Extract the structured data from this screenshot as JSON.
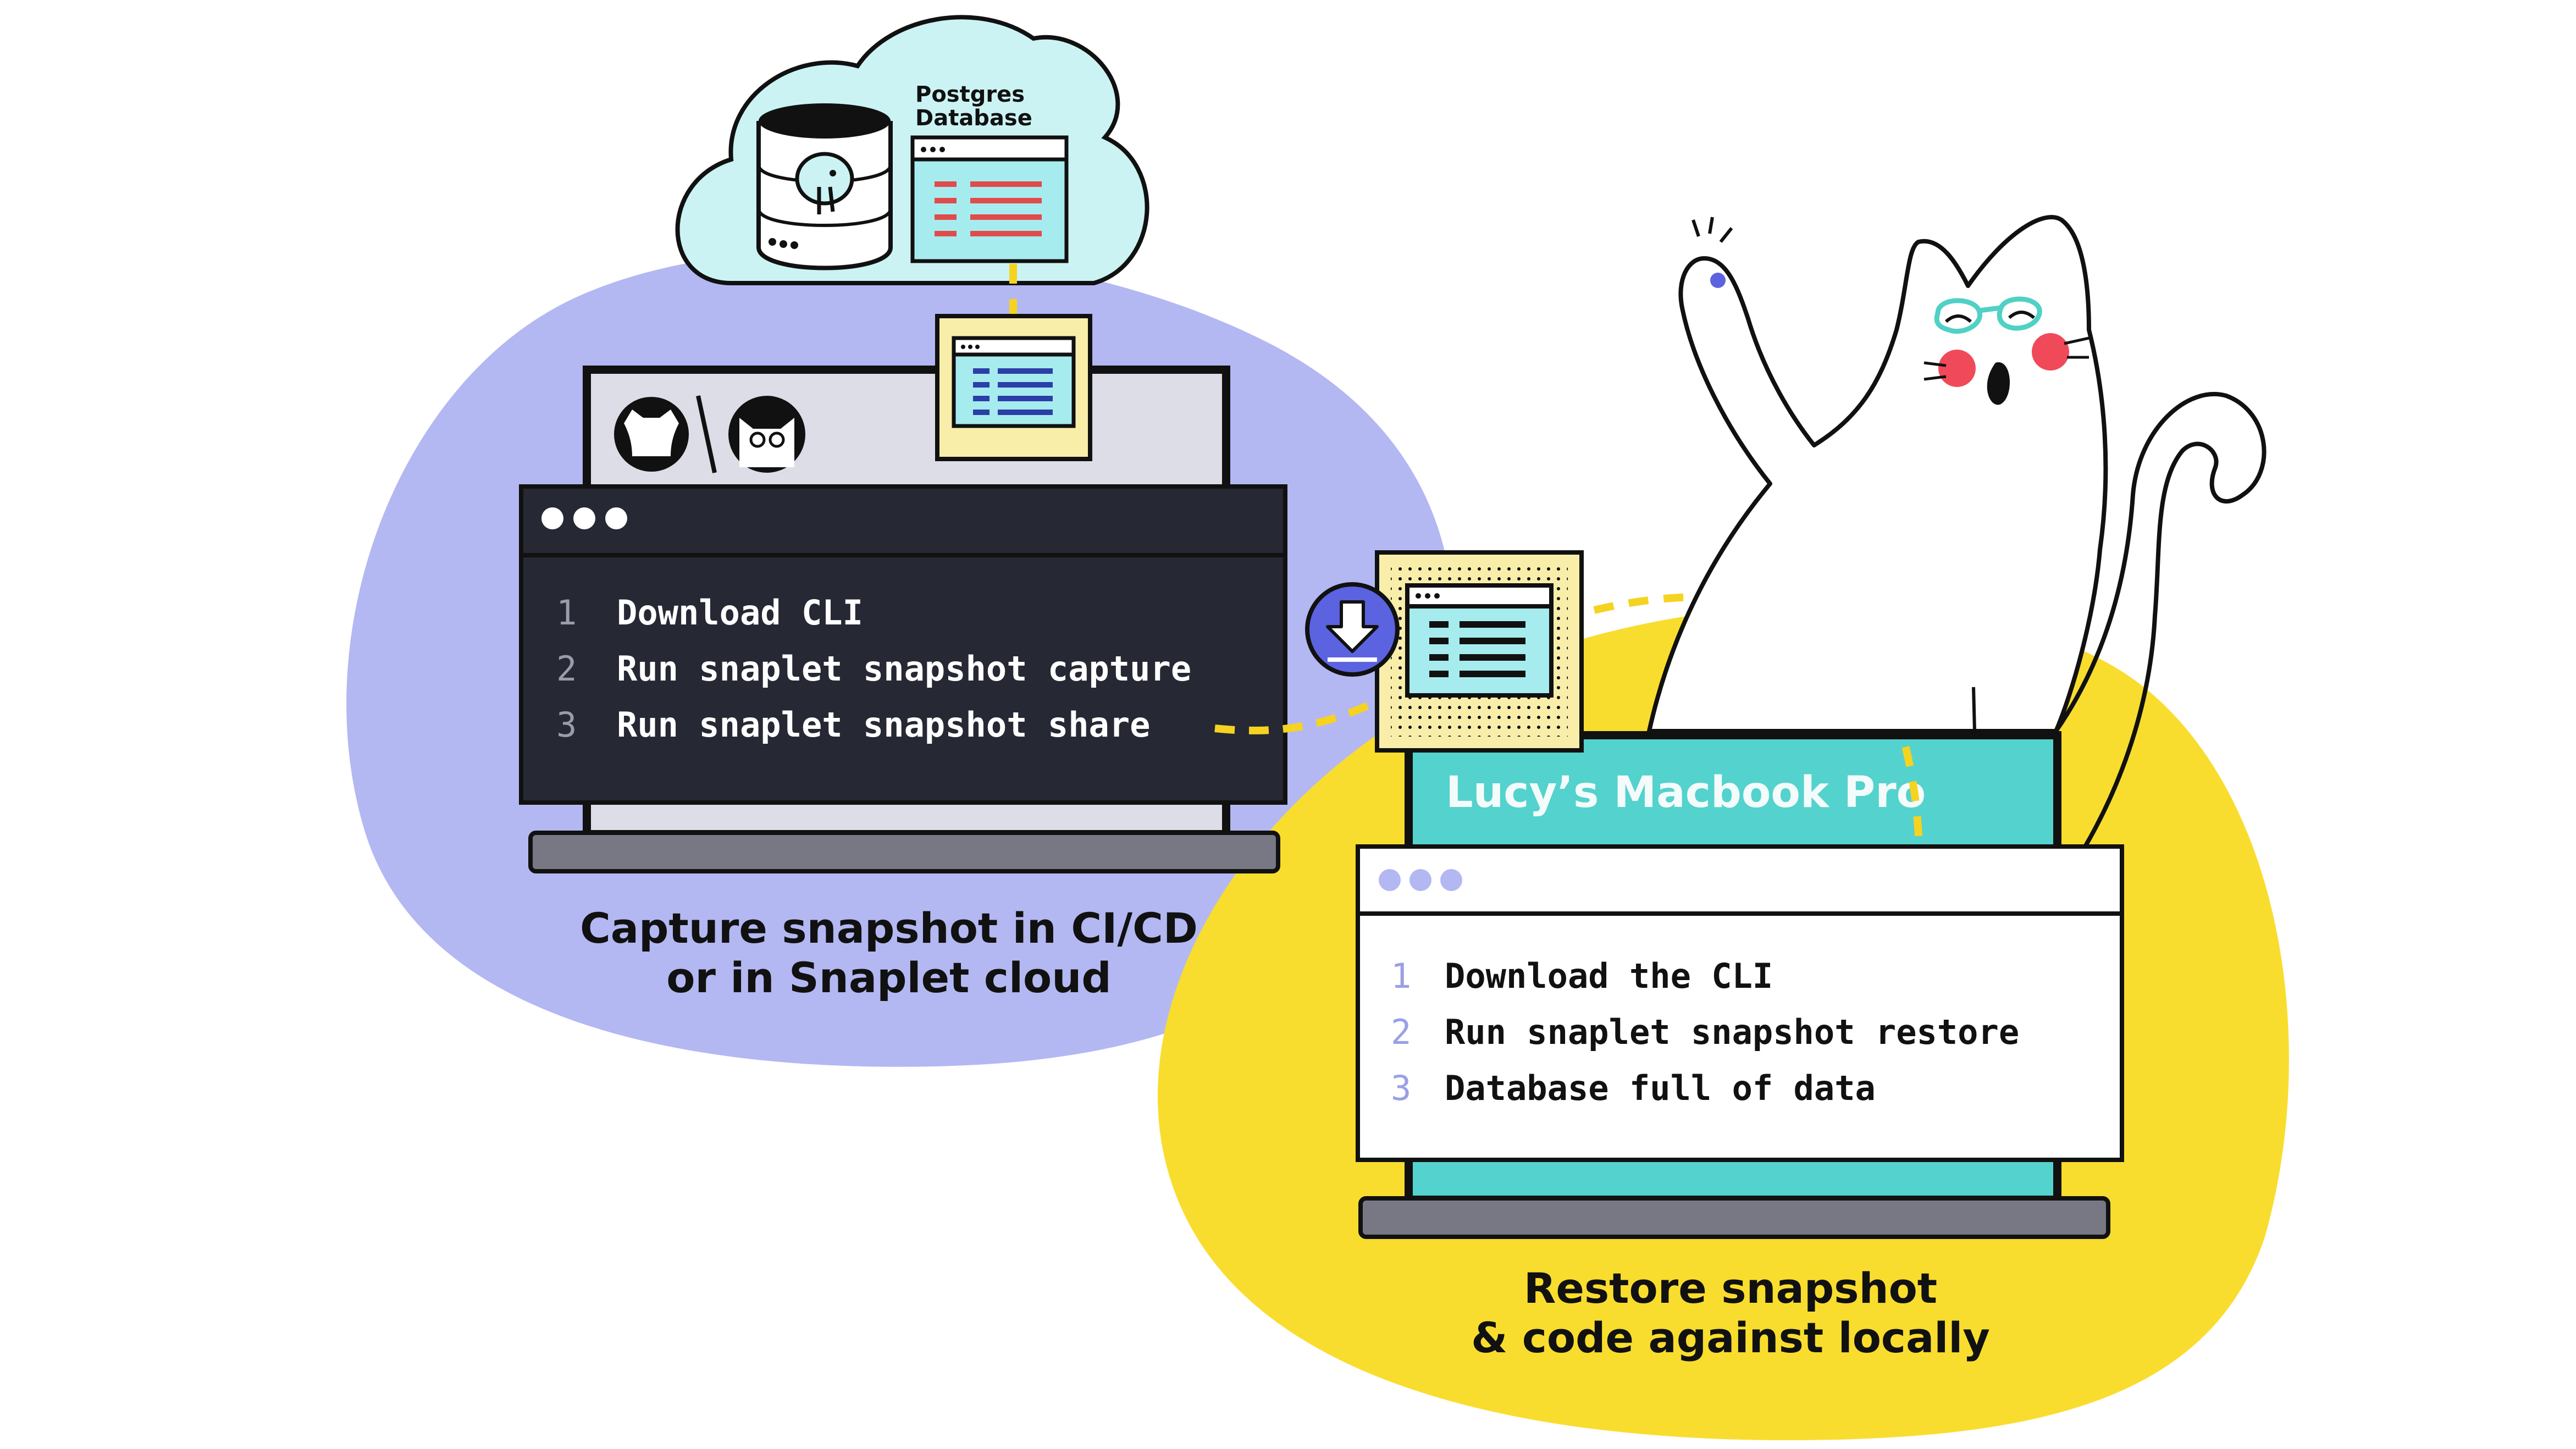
{
  "cloud": {
    "label_line1": "Postgres",
    "label_line2": "Database"
  },
  "ci_terminal": {
    "lines": [
      {
        "num": "1",
        "text": "Download CLI"
      },
      {
        "num": "2",
        "text": "Run snaplet snapshot capture"
      },
      {
        "num": "3",
        "text": "Run snaplet snapshot share"
      }
    ]
  },
  "ci_caption": {
    "line1": "Capture snapshot in CI/CD",
    "line2": "or in Snaplet cloud"
  },
  "local_laptop": {
    "title": "Lucy’s Macbook Pro"
  },
  "local_terminal": {
    "lines": [
      {
        "num": "1",
        "text": "Download the CLI"
      },
      {
        "num": "2",
        "text": "Run snaplet snapshot restore"
      },
      {
        "num": "3",
        "text": "Database full of data"
      }
    ]
  },
  "local_caption": {
    "line1": "Restore snapshot",
    "line2": "& code against locally"
  },
  "colors": {
    "purple_blob": "#b3b8f2",
    "yellow_blob": "#f8dd2e",
    "cloud": "#cbf3f3",
    "terminal_dark": "#262834",
    "teal_screen": "#54d2cd",
    "snapshot_card": "#f8eeaa",
    "red_row": "#e04b4b",
    "blue_row": "#2c3ea8",
    "outline": "#111111"
  },
  "icons": [
    "github-icon",
    "cat-avatar-icon",
    "postgres-elephant-icon",
    "download-icon",
    "cat-mascot"
  ]
}
